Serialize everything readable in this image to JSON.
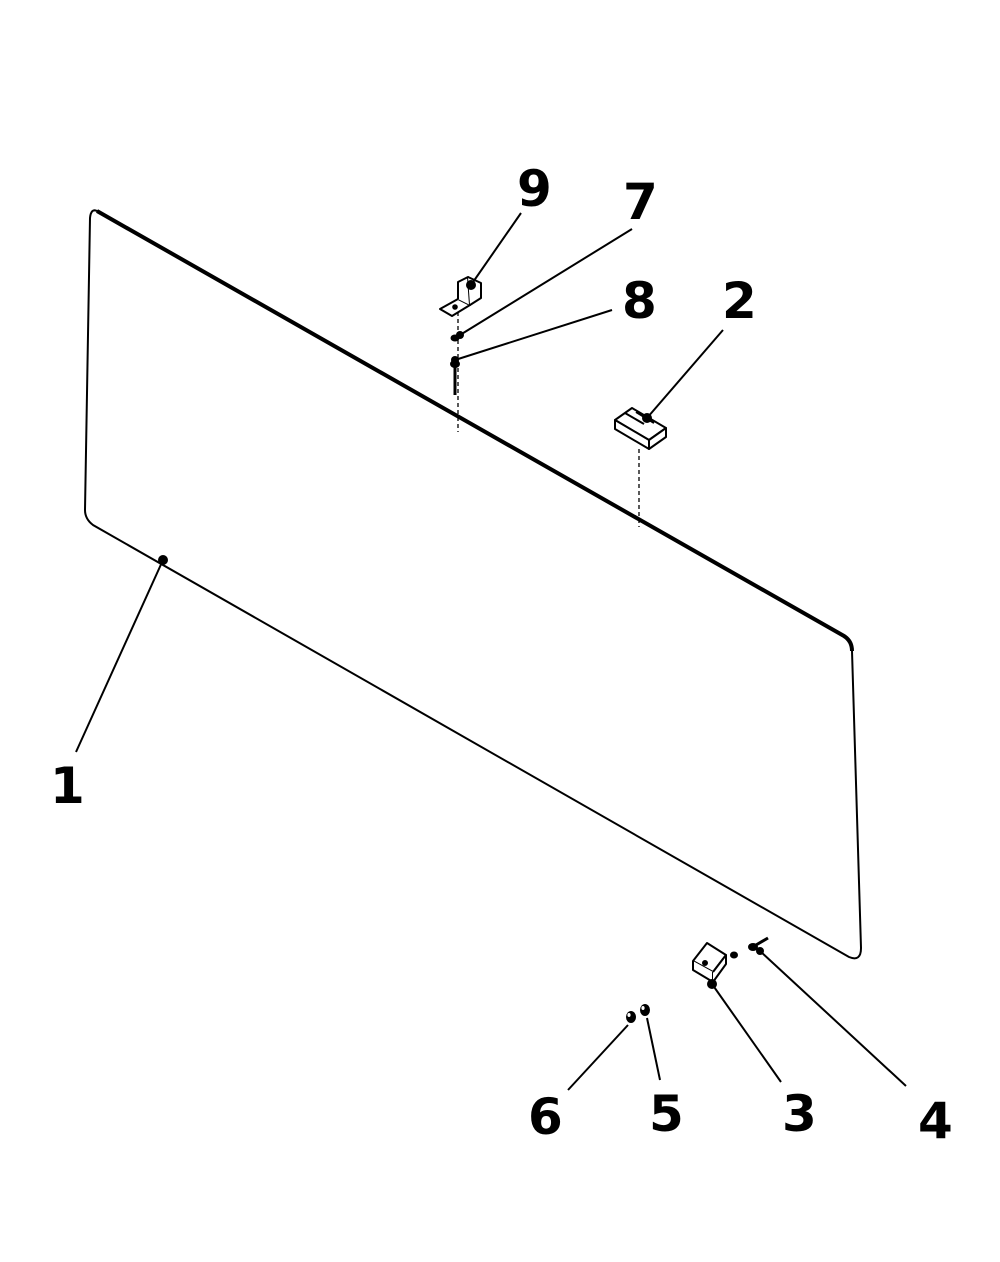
{
  "colors": {
    "line": "#000000",
    "background": "#ffffff"
  },
  "callouts": [
    {
      "id": "1",
      "label": "1",
      "part": "panel"
    },
    {
      "id": "2",
      "label": "2",
      "part": "clip"
    },
    {
      "id": "3",
      "label": "3",
      "part": "bracket"
    },
    {
      "id": "4",
      "label": "4",
      "part": "screw"
    },
    {
      "id": "5",
      "label": "5",
      "part": "washer"
    },
    {
      "id": "6",
      "label": "6",
      "part": "nut"
    },
    {
      "id": "7",
      "label": "7",
      "part": "washer"
    },
    {
      "id": "8",
      "label": "8",
      "part": "screw"
    },
    {
      "id": "9",
      "label": "9",
      "part": "bracket"
    }
  ]
}
